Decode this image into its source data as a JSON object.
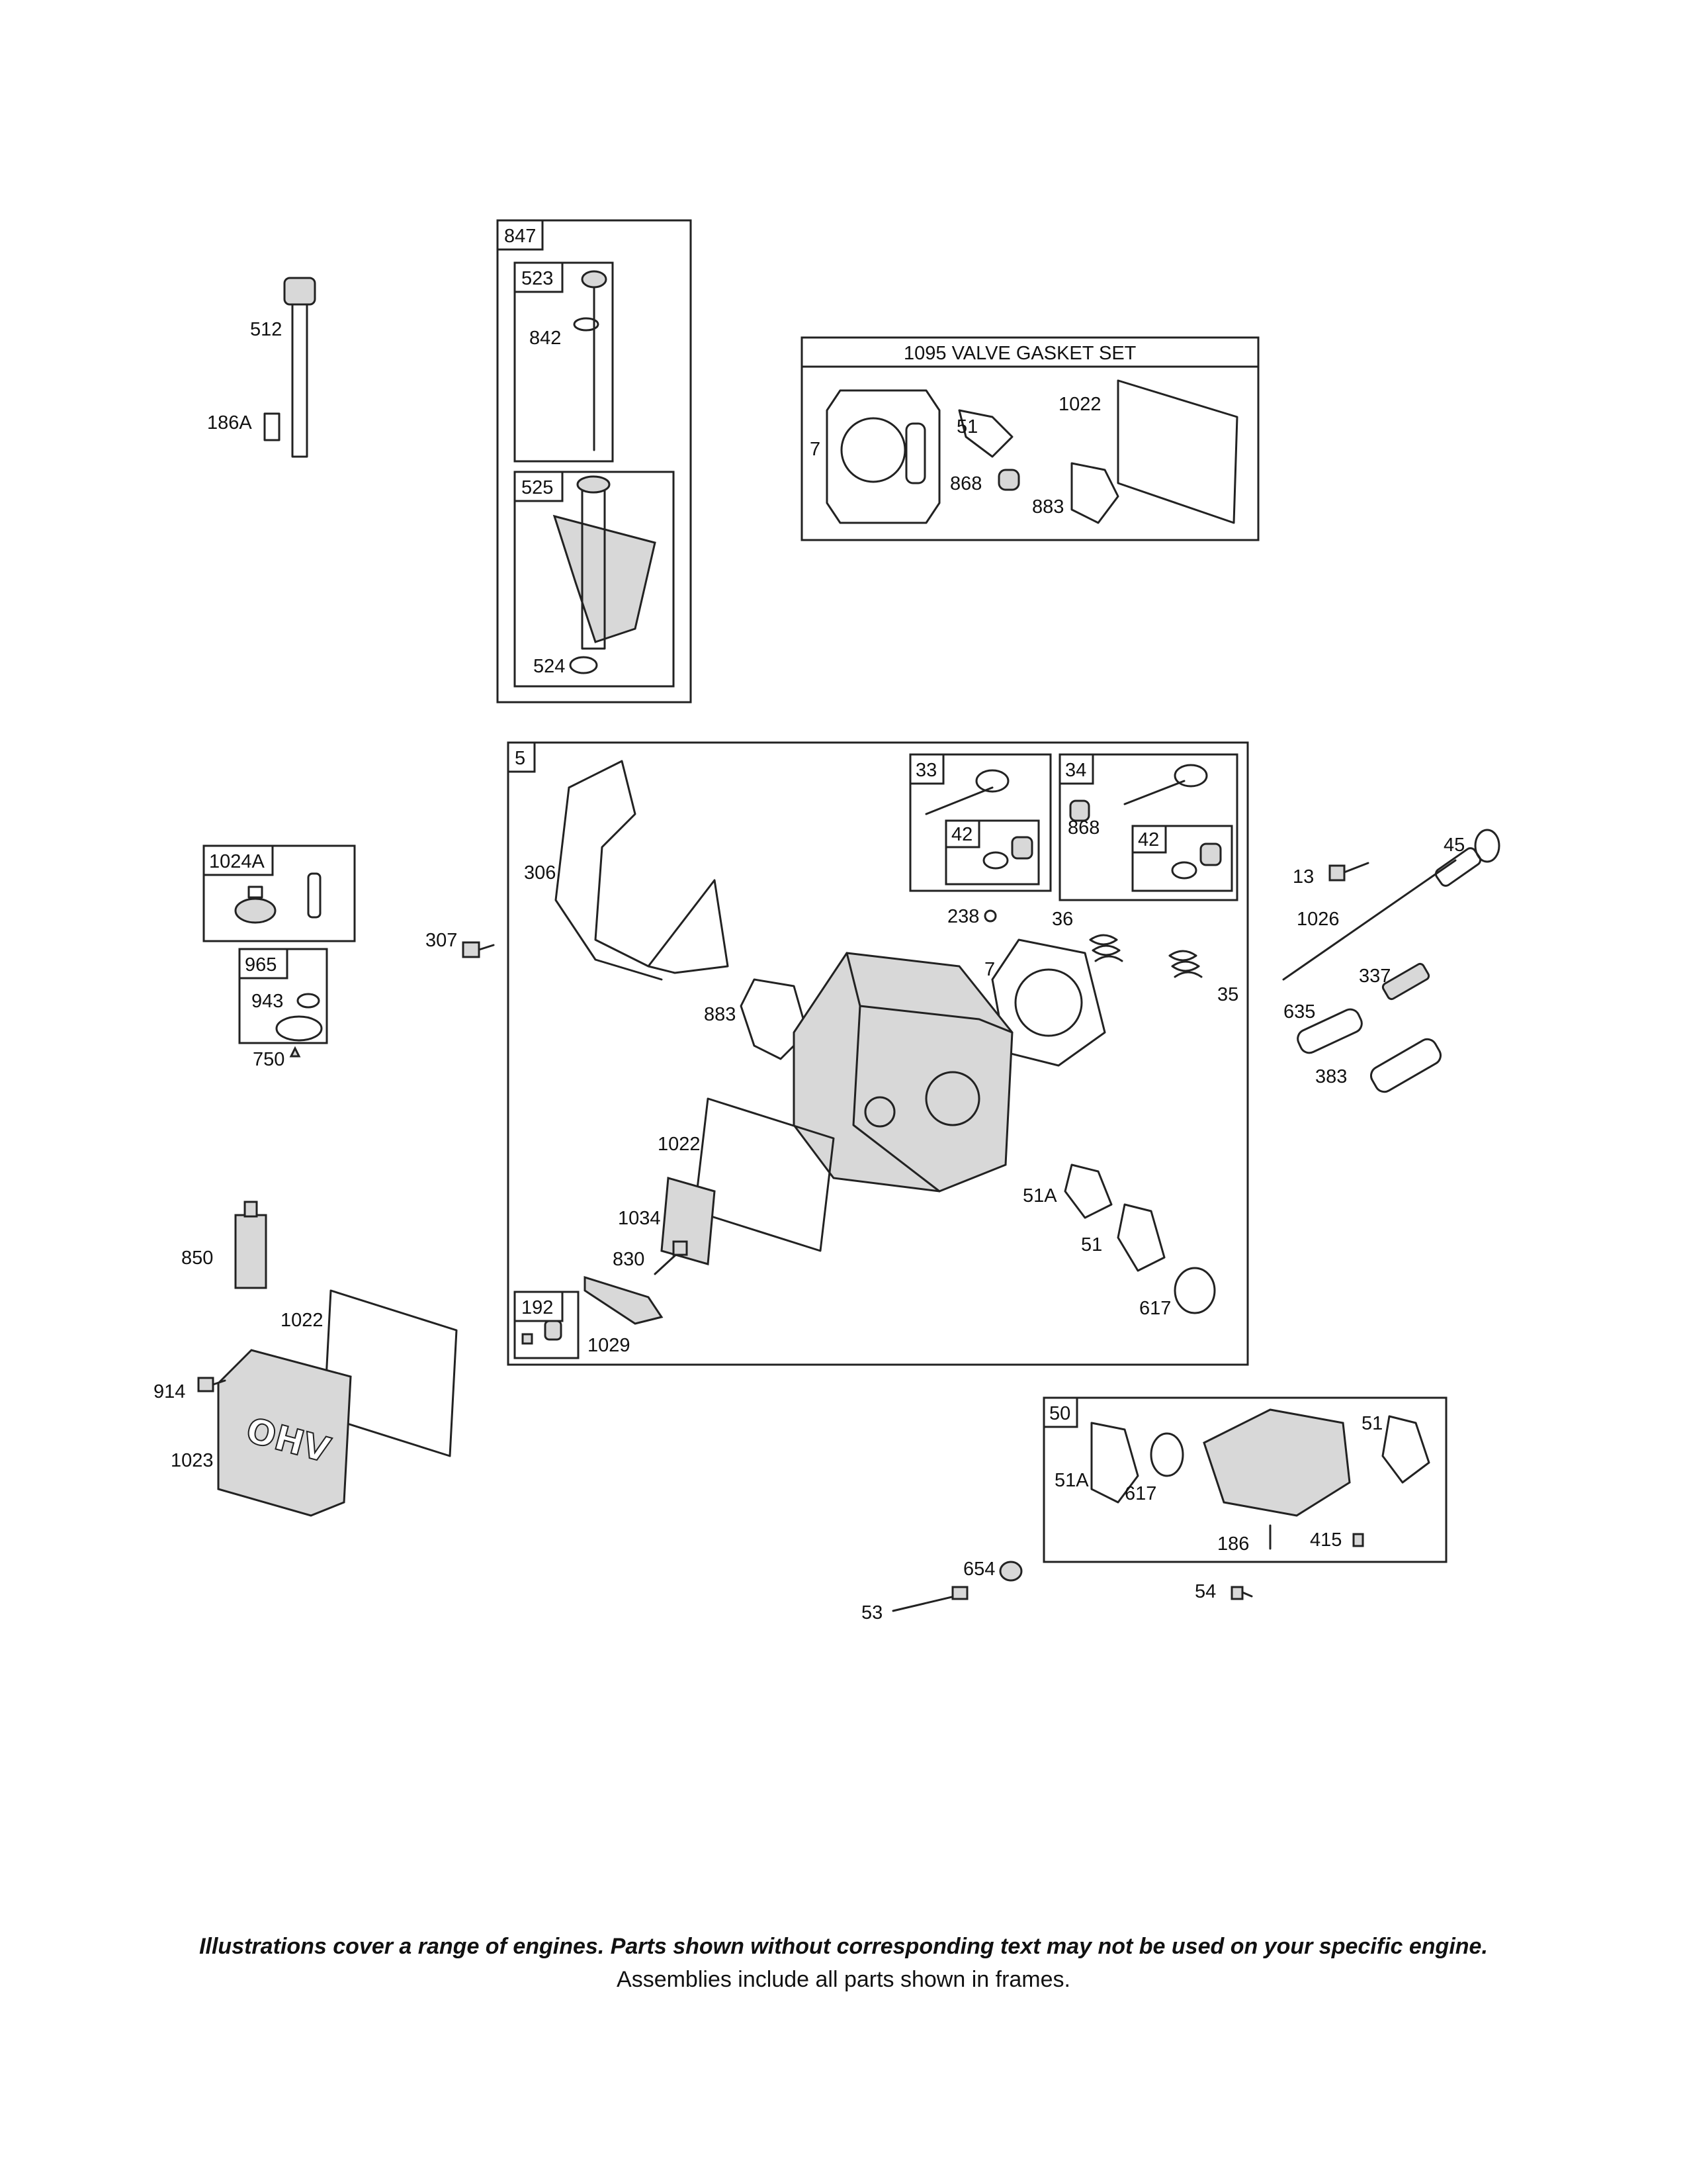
{
  "frames": {
    "f847": "847",
    "f523": "523",
    "f525": "525",
    "f1095": "1095 VALVE GASKET SET",
    "f5": "5",
    "f33": "33",
    "f34": "34",
    "f42a": "42",
    "f42b": "42",
    "f1024A": "1024A",
    "f965": "965",
    "f192": "192",
    "f50": "50"
  },
  "labels": {
    "l512": "512",
    "l186A": "186A",
    "l842": "842",
    "l524": "524",
    "l7a": "7",
    "l51a": "51",
    "l1022a": "1022",
    "l868a": "868",
    "l883a": "883",
    "l306": "306",
    "l307": "307",
    "l868b": "868",
    "l238": "238",
    "l36": "36",
    "l7b": "7",
    "l35": "35",
    "l883b": "883",
    "l1022b": "1022",
    "l51Aa": "51A",
    "l1034": "1034",
    "l830": "830",
    "l51b": "51",
    "l617a": "617",
    "l1029": "1029",
    "l13": "13",
    "l45": "45",
    "l1026": "1026",
    "l337": "337",
    "l635": "635",
    "l383": "383",
    "l943": "943",
    "l750": "750",
    "l850": "850",
    "l1022c": "1022",
    "l914": "914",
    "l1023": "1023",
    "l51Ab": "51A",
    "l617b": "617",
    "l51c": "51",
    "l186": "186",
    "l415": "415",
    "l654": "654",
    "l53": "53",
    "l54": "54"
  },
  "footer": {
    "line1": "Illustrations cover a range of engines. Parts shown without corresponding text may not be used on your specific engine.",
    "line2": "Assemblies include all parts shown in frames."
  }
}
